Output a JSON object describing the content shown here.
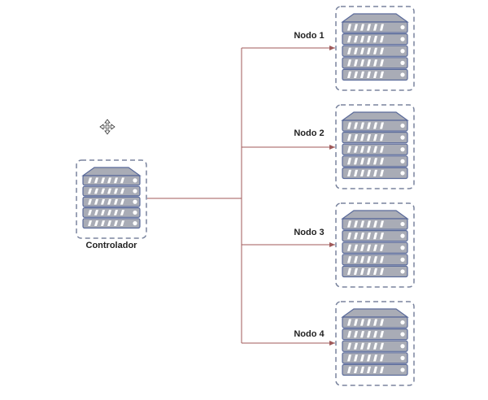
{
  "controller": {
    "label": "Controlador"
  },
  "nodes": [
    {
      "label": "Nodo 1"
    },
    {
      "label": "Nodo 2"
    },
    {
      "label": "Nodo 3"
    },
    {
      "label": "Nodo 4"
    }
  ],
  "colors": {
    "connector": "#a05a5a",
    "server_fill": "#a9acb6",
    "server_stroke": "#5a6a9a",
    "dash": "#7a849e"
  }
}
